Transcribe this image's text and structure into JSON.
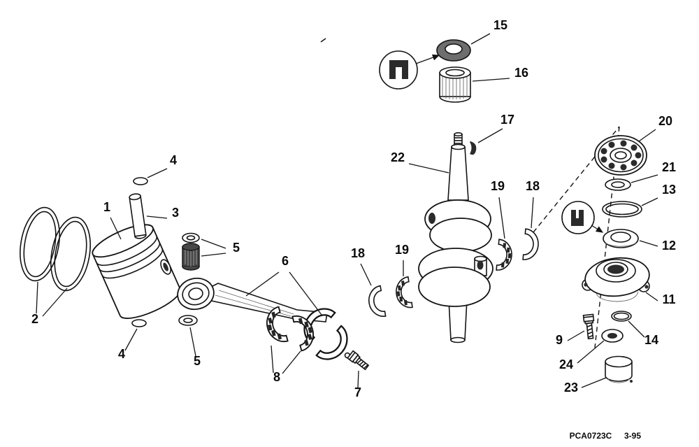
{
  "diagram": {
    "colors": {
      "ink": "#141414",
      "paper": "#ffffff"
    },
    "footer": {
      "code": "PCA0723C",
      "date": "3-95"
    },
    "callouts": {
      "n1": "1",
      "n2": "2",
      "n3": "3",
      "n4a": "4",
      "n4b": "4",
      "n5a": "5",
      "n5b": "5",
      "n6": "6",
      "n7": "7",
      "n8": "8",
      "n9": "9",
      "n11": "11",
      "n12": "12",
      "n13": "13",
      "n14": "14",
      "n15": "15",
      "n16": "16",
      "n17": "17",
      "n18a": "18",
      "n18b": "18",
      "n19a": "19",
      "n19b": "19",
      "n20": "20",
      "n21": "21",
      "n22": "22",
      "n23": "23",
      "n24": "24"
    }
  }
}
